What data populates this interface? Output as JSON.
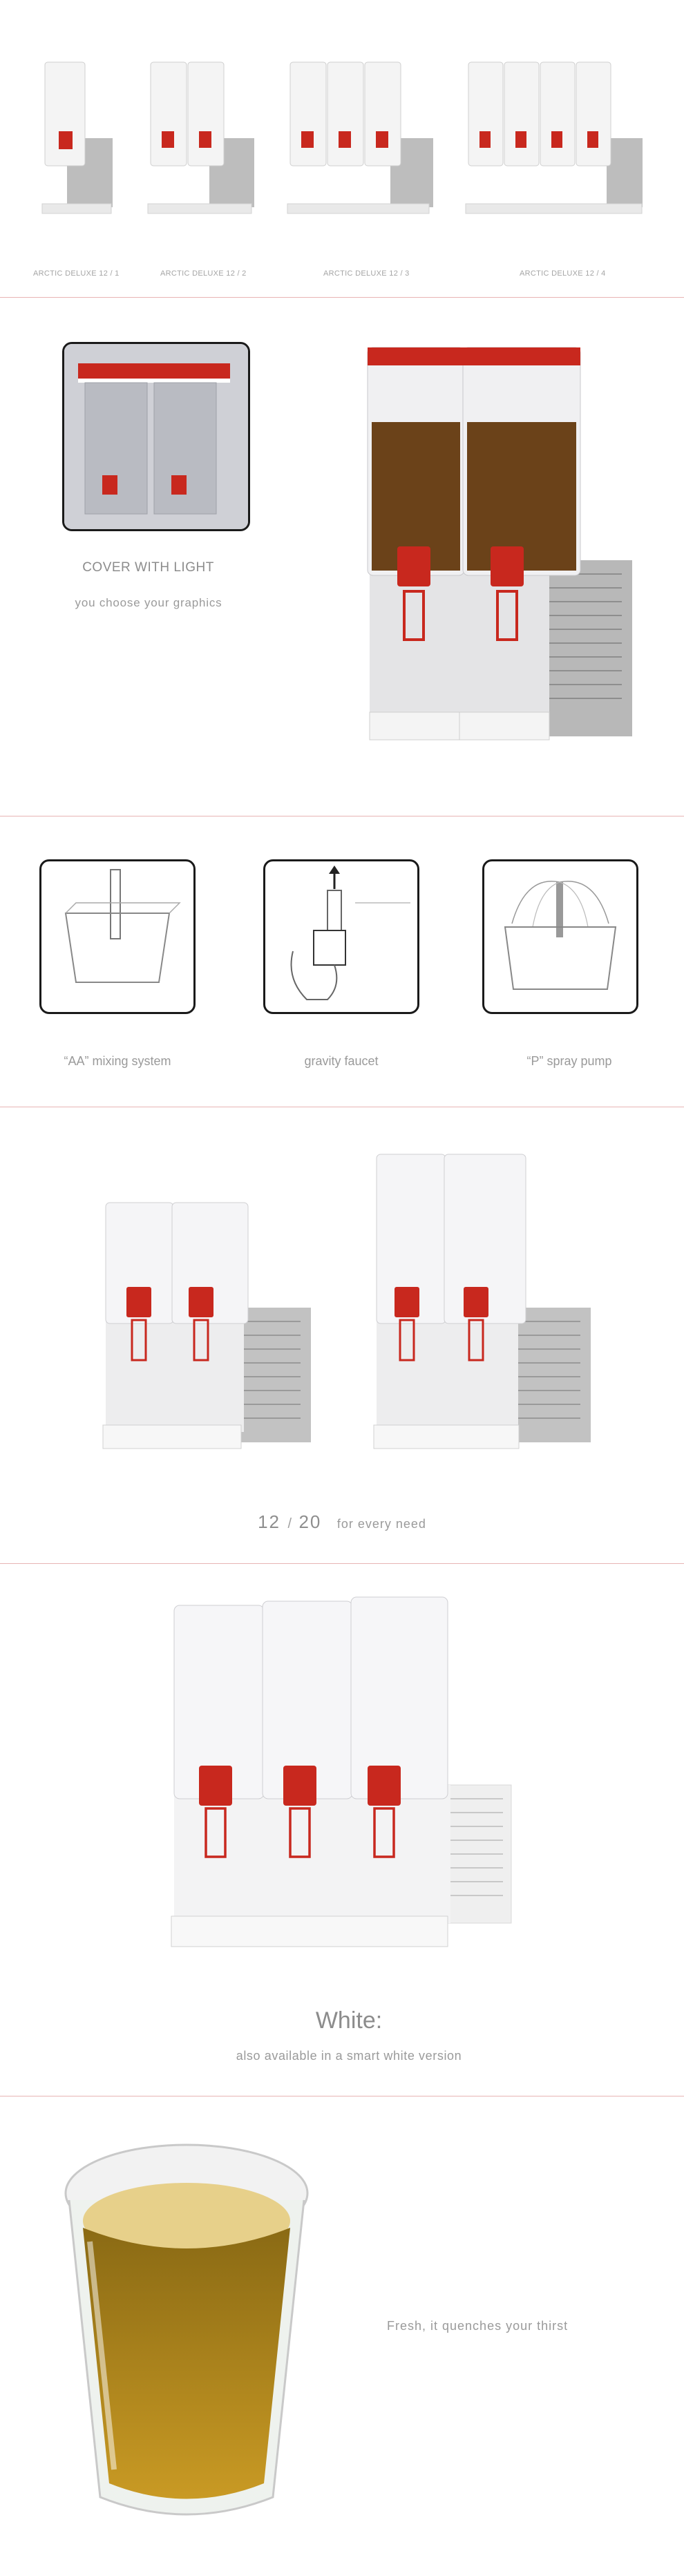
{
  "products": [
    {
      "label": "ARCTIC DELUXE 12 / 1"
    },
    {
      "label": "ARCTIC DELUXE 12 / 2"
    },
    {
      "label": "ARCTIC DELUXE 12 / 3"
    },
    {
      "label": "ARCTIC DELUXE 12 / 4"
    }
  ],
  "cover": {
    "title": "COVER WITH LIGHT",
    "subtitle": "you choose your graphics"
  },
  "features": [
    {
      "label": "“AA” mixing system"
    },
    {
      "label": "gravity faucet"
    },
    {
      "label": "“P” spray pump"
    }
  ],
  "sizes": {
    "first": "12",
    "separator": "/",
    "second": "20",
    "tagline": "for every need"
  },
  "white": {
    "title": "White:",
    "subtitle": "also available in a smart white version"
  },
  "fresh": {
    "text": "Fresh, it quenches your thirst"
  },
  "colors": {
    "accent": "#c8281e",
    "divider": "#e8b4b4",
    "text": "#8a8a8a"
  }
}
